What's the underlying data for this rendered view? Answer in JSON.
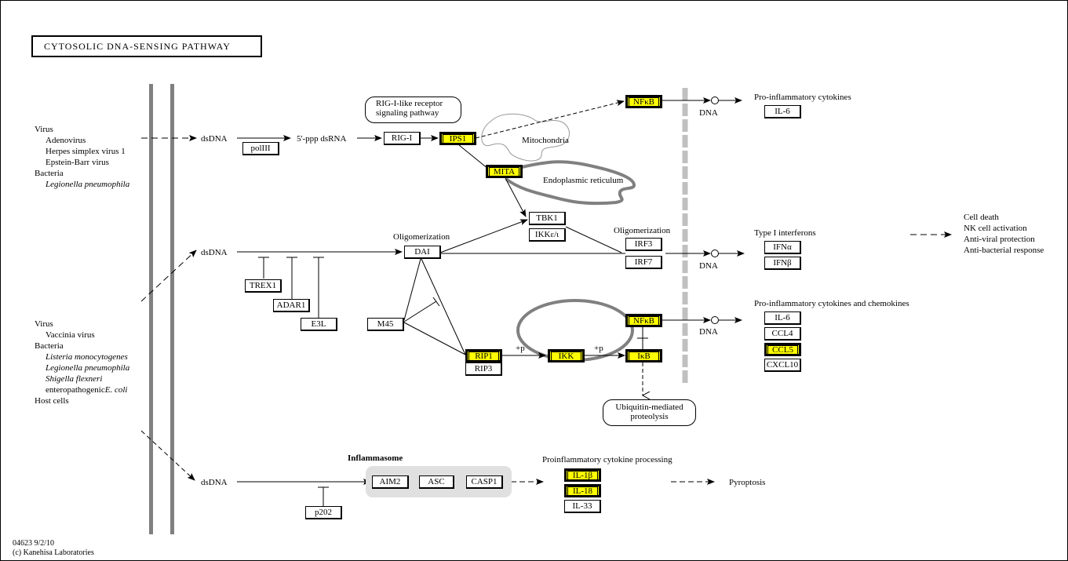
{
  "title": "CYTOSOLIC DNA-SENSING PATHWAY",
  "footer": {
    "id_date": "04623 9/2/10",
    "copyright": "(c) Kanehisa Laboratories"
  },
  "colors": {
    "highlight": "#ffff00",
    "membrane": "#808080",
    "nuclear_membrane": "#c0c0c0",
    "inflammasome_bg": "#e0e0e0"
  },
  "pathogens": {
    "top": [
      {
        "text": "Virus",
        "indent": false,
        "italic": false
      },
      {
        "text": "Adenovirus",
        "indent": true,
        "italic": false
      },
      {
        "text": "Herpes simplex virus 1",
        "indent": true,
        "italic": false
      },
      {
        "text": "Epstein-Barr virus",
        "indent": true,
        "italic": false
      },
      {
        "text": "Bacteria",
        "indent": false,
        "italic": false
      },
      {
        "text": "Legionella pneumophila",
        "indent": true,
        "italic": true
      }
    ],
    "bottom": [
      {
        "text": "Virus",
        "indent": false,
        "italic": false
      },
      {
        "text": "Vaccinia virus",
        "indent": true,
        "italic": false
      },
      {
        "text": "Bacteria",
        "indent": false,
        "italic": false
      },
      {
        "text": "Listeria monocytogenes",
        "indent": true,
        "italic": true
      },
      {
        "text": "Legionella pneumophila",
        "indent": true,
        "italic": true
      },
      {
        "text": "Shigella flexneri",
        "indent": true,
        "italic": true
      },
      {
        "text": "enteropathogenic",
        "suffix_italic": "E. coli",
        "indent": true,
        "italic": false
      },
      {
        "text": "Host cells",
        "indent": false,
        "italic": false
      }
    ]
  },
  "labels": {
    "dsDNA": "dsDNA",
    "ppp_dsRNA": "5'-ppp dsRNA",
    "oligomerization": "Oligomerization",
    "mitochondria": "Mitochondria",
    "er": "Endoplasmic reticulum",
    "dna": "DNA",
    "plus_p": "+p",
    "inflammasome": "Inflammasome",
    "pro_inflam_cytokines": "Pro-inflammatory cytokines",
    "type1_ifn": "Type I interferons",
    "pro_inflam_cyto_chemo": "Pro-inflammatory cytokines and chemokines",
    "proinflam_processing": "Proinflammatory cytokine processing",
    "pyroptosis": "Pyroptosis",
    "outcomes": [
      "Cell death",
      "NK cell activation",
      "Anti-viral protection",
      "Anti-bacterial response"
    ]
  },
  "pathways": {
    "rig": [
      "RIG-I-like receptor",
      "signaling pathway"
    ],
    "ubiquitin": [
      "Ubiquitin-mediated",
      "proteolysis"
    ]
  },
  "genes": {
    "polIII": {
      "label": "polIII",
      "highlighted": false
    },
    "RIG-I": {
      "label": "RIG-I",
      "highlighted": false
    },
    "IPS1": {
      "label": "IPS1",
      "highlighted": true
    },
    "MITA": {
      "label": "MITA",
      "highlighted": true
    },
    "NFkB_top": {
      "label": "NFκB",
      "highlighted": true
    },
    "IL6_top": {
      "label": "IL-6",
      "highlighted": false
    },
    "TBK1": {
      "label": "TBK1",
      "highlighted": false
    },
    "IKKe": {
      "label": "IKKε/ι",
      "highlighted": false
    },
    "IRF3": {
      "label": "IRF3",
      "highlighted": false
    },
    "IRF7": {
      "label": "IRF7",
      "highlighted": false
    },
    "IFNa": {
      "label": "IFNα",
      "highlighted": false
    },
    "IFNb": {
      "label": "IFNβ",
      "highlighted": false
    },
    "DAI": {
      "label": "DAI",
      "highlighted": false
    },
    "TREX1": {
      "label": "TREX1",
      "highlighted": false
    },
    "ADAR1": {
      "label": "ADAR1",
      "highlighted": false
    },
    "E3L": {
      "label": "E3L",
      "highlighted": false
    },
    "M45": {
      "label": "M45",
      "highlighted": false
    },
    "RIP1": {
      "label": "RIP1",
      "highlighted": true
    },
    "RIP3": {
      "label": "RIP3",
      "highlighted": false
    },
    "IKK": {
      "label": "IKK",
      "highlighted": true
    },
    "IkB": {
      "label": "IκB",
      "highlighted": true
    },
    "NFkB_mid": {
      "label": "NFκB",
      "highlighted": true
    },
    "IL6_mid": {
      "label": "IL-6",
      "highlighted": false
    },
    "CCL4": {
      "label": "CCL4",
      "highlighted": false
    },
    "CCL5": {
      "label": "CCL5",
      "highlighted": true
    },
    "CXCL10": {
      "label": "CXCL10",
      "highlighted": false
    },
    "AIM2": {
      "label": "AIM2",
      "highlighted": false
    },
    "ASC": {
      "label": "ASC",
      "highlighted": false
    },
    "CASP1": {
      "label": "CASP1",
      "highlighted": false
    },
    "p202": {
      "label": "p202",
      "highlighted": false
    },
    "IL1b": {
      "label": "IL-1β",
      "highlighted": true
    },
    "IL18": {
      "label": "IL-18",
      "highlighted": true
    },
    "IL33": {
      "label": "IL-33",
      "highlighted": false
    }
  }
}
